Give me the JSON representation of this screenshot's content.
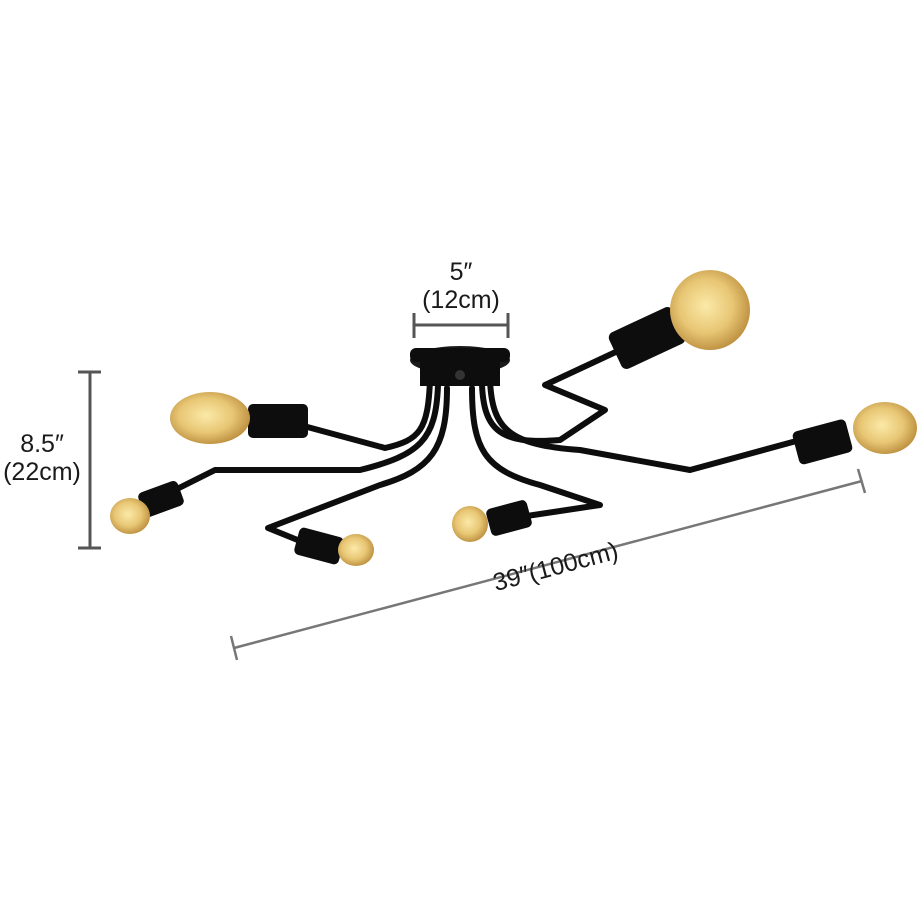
{
  "product": {
    "description": "6-light sputnik style ceiling light, black metal arms with exposed vintage Edison bulbs",
    "arm_color": "#0d0d0d",
    "bulb_color": "#e8c775",
    "bulb_count": 6
  },
  "dimensions": {
    "canopy": {
      "inches": "5″",
      "cm": "(12cm)"
    },
    "height": {
      "inches": "8.5″",
      "cm": "(22cm)"
    },
    "width": {
      "label": "39″(100cm)"
    },
    "line_color": "#555555"
  }
}
